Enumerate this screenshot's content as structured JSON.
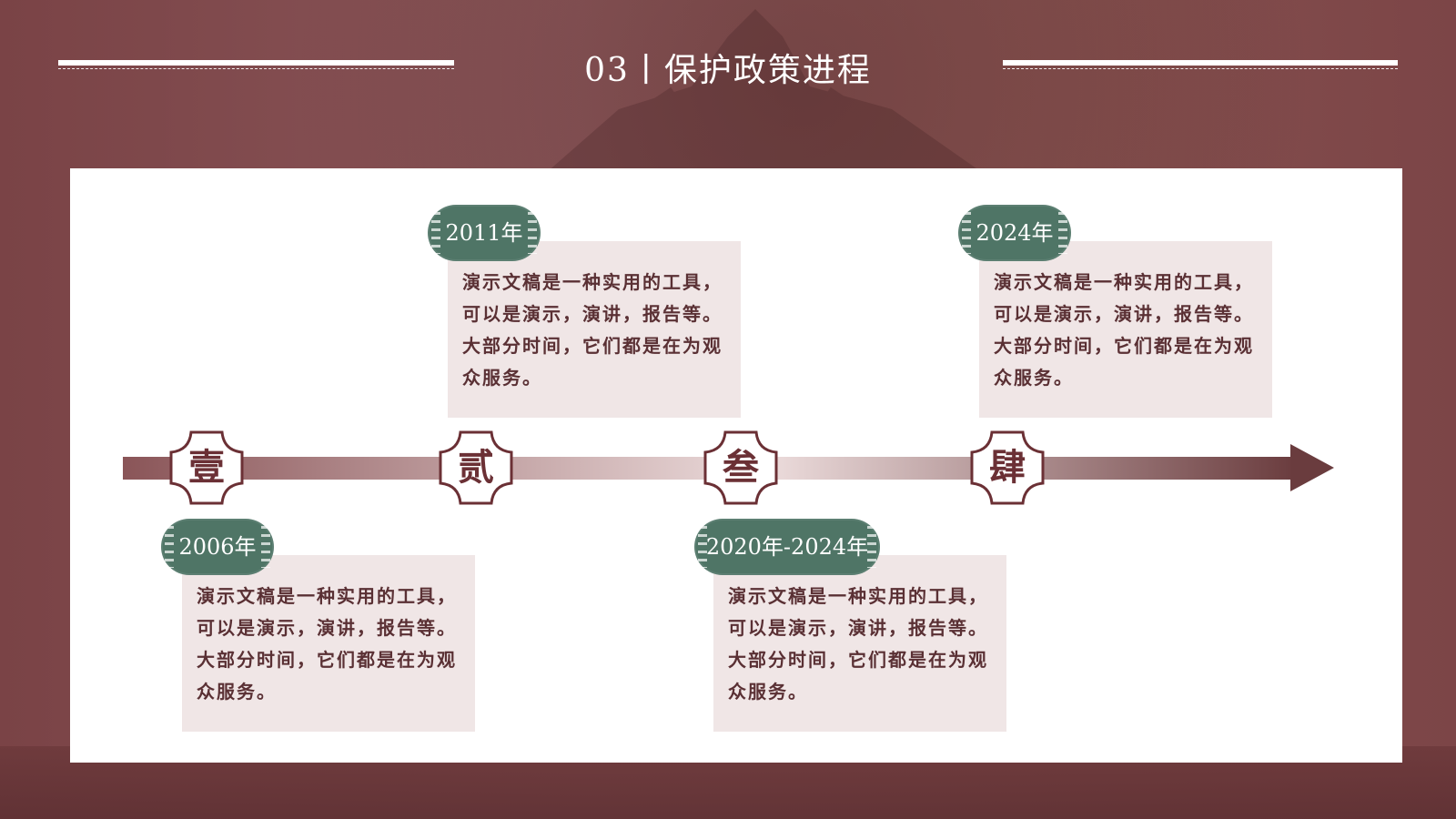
{
  "title": "03丨保护政策进程",
  "colors": {
    "background": "#86514f",
    "panel": "#ffffff",
    "badge": "#4f7566",
    "textbox": "#f0e6e6",
    "accent": "#6b3035"
  },
  "timeline": {
    "nodes": [
      "壹",
      "贰",
      "叁",
      "肆"
    ],
    "events": [
      {
        "year": "2006年",
        "text": "演示文稿是一种实用的工具，可以是演示，演讲，报告等。大部分时间，它们都是在为观众服务。"
      },
      {
        "year": "2011年",
        "text": "演示文稿是一种实用的工具，可以是演示，演讲，报告等。大部分时间，它们都是在为观众服务。"
      },
      {
        "year": "2020年-2024年",
        "text": "演示文稿是一种实用的工具，可以是演示，演讲，报告等。大部分时间，它们都是在为观众服务。"
      },
      {
        "year": "2024年",
        "text": "演示文稿是一种实用的工具，可以是演示，演讲，报告等。大部分时间，它们都是在为观众服务。"
      }
    ]
  }
}
